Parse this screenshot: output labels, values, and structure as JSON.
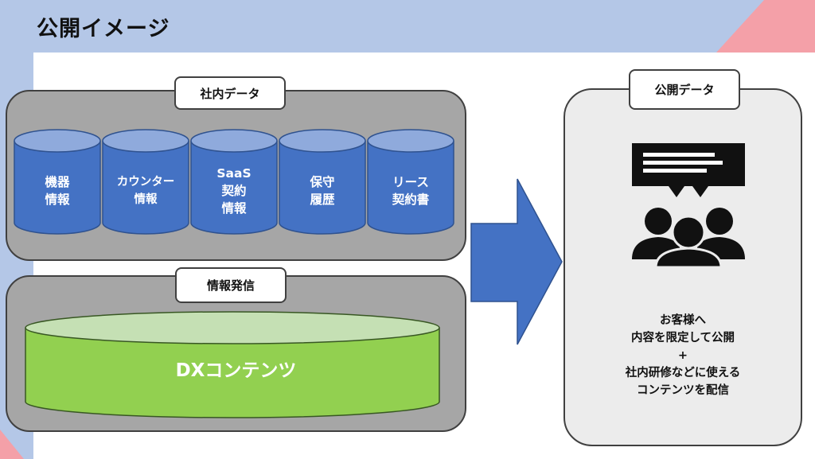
{
  "title": "公開イメージ",
  "colors": {
    "header_band": "#b4c7e7",
    "corner_pink": "#f4a0a8",
    "panel_gray": "#a6a6a6",
    "cylinder_blue": "#4472c4",
    "cylinder_top": "#8faadc",
    "dx_green": "#92d050",
    "dx_top": "#c5e0b4",
    "arrow_blue": "#4472c4"
  },
  "internal_data": {
    "label": "社内データ",
    "cylinders": [
      {
        "label": "機器\n情報",
        "icon": "database-icon"
      },
      {
        "label": "カウンター\n情報",
        "icon": "database-icon"
      },
      {
        "label": "SaaS\n契約\n情報",
        "icon": "database-icon"
      },
      {
        "label": "保守\n履歴",
        "icon": "database-icon"
      },
      {
        "label": "リース\n契約書",
        "icon": "database-icon"
      }
    ]
  },
  "info_distribution": {
    "label": "情報発信",
    "content": "DXコンテンツ"
  },
  "public_data": {
    "label": "公開データ",
    "icon": "audience-chat-icon",
    "description": [
      "お客様へ",
      "内容を限定して公開",
      "+",
      "社内研修などに使える",
      "コンテンツを配信"
    ]
  }
}
